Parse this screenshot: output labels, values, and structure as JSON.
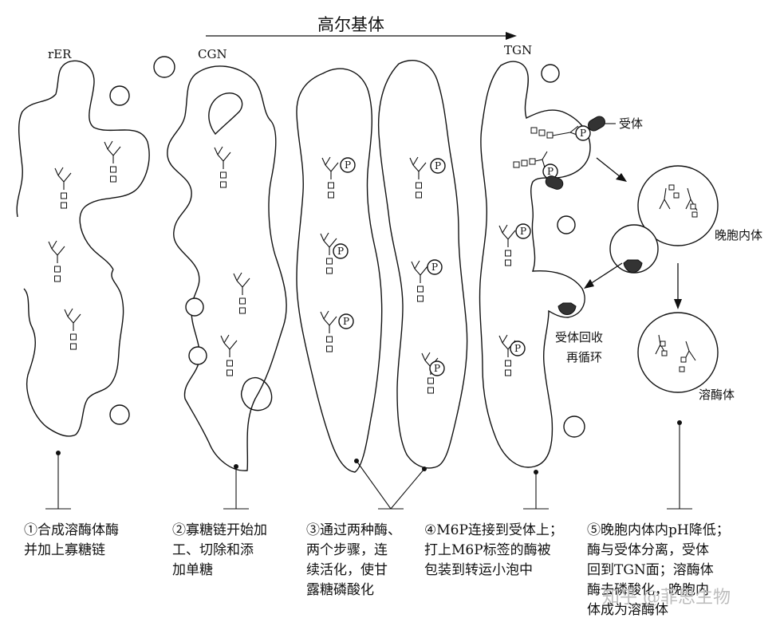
{
  "title": "高尔基体",
  "compartments": {
    "rer": "rER",
    "cgn": "CGN",
    "tgn": "TGN"
  },
  "labels": {
    "receptor": "受体",
    "late_endosome": "晚胞内体",
    "receptor_recycle": [
      "受体回收",
      "再循环"
    ],
    "lysosome": "溶酶体",
    "phosphate": "P"
  },
  "steps": [
    {
      "lines": [
        "①合成溶酶体酶",
        "并加上寡糖链"
      ]
    },
    {
      "lines": [
        "②寡糖链开始加",
        "工、切除和添",
        "加单糖"
      ]
    },
    {
      "lines": [
        "③通过两种酶、",
        "两个步骤，连",
        "续活化，使甘",
        "露糖磷酸化"
      ]
    },
    {
      "lines": [
        "④M6P连接到受体上；",
        "打上M6P标签的酶被",
        "包装到转运小泡中"
      ]
    },
    {
      "lines": [
        "⑤晚胞内体内pH降低；",
        "酶与受体分离，受体",
        "回到TGN面；溶酶体",
        "酶去磷酸化，晚胞内",
        "体成为溶酶体"
      ]
    }
  ],
  "watermark": "知乎 @菲思生物"
}
